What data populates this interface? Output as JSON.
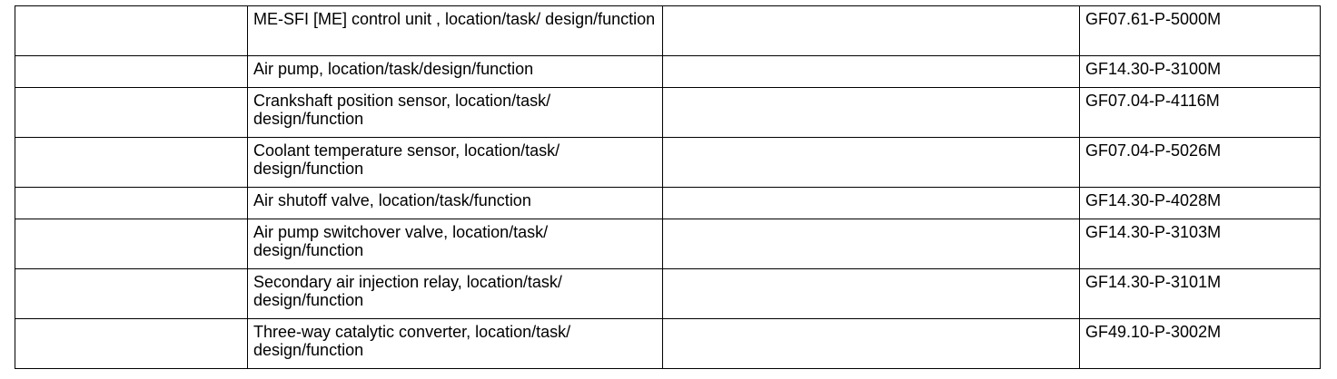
{
  "table": {
    "rows": [
      {
        "col1": "",
        "description": "ME-SFI [ME] control unit , location/task/ design/function",
        "col3": "",
        "reference": "GF07.61-P-5000M",
        "tall": true
      },
      {
        "col1": "",
        "description": "Air pump, location/task/design/function",
        "col3": "",
        "reference": "GF14.30-P-3100M",
        "tall": false
      },
      {
        "col1": "",
        "description": "Crankshaft position sensor, location/task/ design/function",
        "col3": "",
        "reference": "GF07.04-P-4116M",
        "tall": true
      },
      {
        "col1": "",
        "description": "Coolant temperature sensor, location/task/ design/function",
        "col3": "",
        "reference": "GF07.04-P-5026M",
        "tall": true
      },
      {
        "col1": "",
        "description": "Air shutoff valve, location/task/function",
        "col3": "",
        "reference": "GF14.30-P-4028M",
        "tall": false
      },
      {
        "col1": "",
        "description": "Air pump switchover valve, location/task/ design/function",
        "col3": "",
        "reference": "GF14.30-P-3103M",
        "tall": true
      },
      {
        "col1": "",
        "description": "Secondary air injection relay, location/task/ design/function",
        "col3": "",
        "reference": "GF14.30-P-3101M",
        "tall": true
      },
      {
        "col1": "",
        "description": "Three-way catalytic converter, location/task/ design/function",
        "col3": "",
        "reference": "GF49.10-P-3002M",
        "tall": true
      }
    ]
  }
}
